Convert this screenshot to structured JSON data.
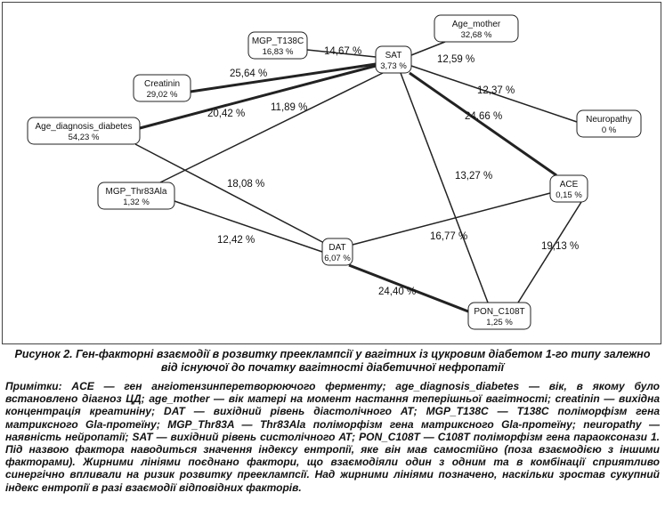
{
  "diagram": {
    "nodes": [
      {
        "id": "SAT",
        "name": "SAT",
        "value": "3,73 %"
      },
      {
        "id": "AGE_MOTHER",
        "name": "Age_mother",
        "value": "32,68 %"
      },
      {
        "id": "MGP_T138C",
        "name": "MGP_T138C",
        "value": "16,83 %"
      },
      {
        "id": "CREATININ",
        "name": "Creatinin",
        "value": "29,02 %"
      },
      {
        "id": "AGE_DIAG",
        "name": "Age_diagnosis_diabetes",
        "value": "54,23 %"
      },
      {
        "id": "NEUROPATHY",
        "name": "Neuropathy",
        "value": "0 %"
      },
      {
        "id": "MGP_THR83ALA",
        "name": "MGP_Thr83Ala",
        "value": "1,32 %"
      },
      {
        "id": "ACE",
        "name": "ACE",
        "value": "0,15 %"
      },
      {
        "id": "DAT",
        "name": "DAT",
        "value": "6,07 %"
      },
      {
        "id": "PON_C108T",
        "name": "PON_C108T",
        "value": "1,25 %"
      }
    ],
    "edges": [
      {
        "from": "MGP_T138C",
        "to": "SAT",
        "label": "14,67 %",
        "bold": false
      },
      {
        "from": "AGE_MOTHER",
        "to": "SAT",
        "label": "12,59 %",
        "bold": false
      },
      {
        "from": "CREATININ",
        "to": "SAT",
        "label": "25,64 %",
        "bold": true
      },
      {
        "from": "AGE_DIAG",
        "to": "SAT",
        "label": "20,42 %",
        "bold": true
      },
      {
        "from": "MGP_THR83ALA",
        "to": "SAT",
        "label": "11,89 %",
        "bold": false
      },
      {
        "from": "NEUROPATHY",
        "to": "SAT",
        "label": "12,37 %",
        "bold": false
      },
      {
        "from": "ACE",
        "to": "SAT",
        "label": "24,66 %",
        "bold": true
      },
      {
        "from": "PON_C108T",
        "to": "SAT",
        "label": "13,27 %",
        "bold": false
      },
      {
        "from": "AGE_DIAG",
        "to": "DAT",
        "label": "18,08 %",
        "bold": false
      },
      {
        "from": "MGP_THR83ALA",
        "to": "DAT",
        "label": "12,42 %",
        "bold": false
      },
      {
        "from": "DAT",
        "to": "ACE",
        "label": "16,77 %",
        "bold": false
      },
      {
        "from": "DAT",
        "to": "PON_C108T",
        "label": "24,40 %",
        "bold": true
      },
      {
        "from": "ACE",
        "to": "PON_C108T",
        "label": "19,13 %",
        "bold": false
      }
    ]
  },
  "caption": "Рисунок 2. Ген-факторні взаємодії в розвитку прееклампсії у вагітних із цукровим діабетом 1-го типу залежно від існуючої до початку вагітності діабетичної нефропатії",
  "notes": "Примітки: ACE — ген ангіотензинперетворюючого ферменту; age_diagnosis_diabetes — вік, в якому було встановлено діагноз ЦД; age_mother — вік матері на момент настання теперішньої вагітності; creatinin — вихідна концентрація креатиніну; DAT — вихідний рівень діастолічного АТ; MGP_T138C — T138C поліморфізм гена матриксного Gla-протеїну; MGP_Thr83A — Thr83Ala поліморфізм гена матриксного Gla-протеїну; neuropathy — наявність нейропатії; SAT — вихідний рівень систолічного АТ; PON_C108T — C108T поліморфізм гена параоксонази 1. Під назвою фактора наводиться значення індексу ентропії, яке він мав самостійно (поза взаємодією з іншими факторами). Жирними лініями поєднано фактори, що взаємодіяли один з одним та в комбінації сприятливо синергічно впливали на ризик розвитку прееклампсії. Над жирними лініями позначено, наскільки зростав сукупний індекс ентропії в разі взаємодії відповідних факторів."
}
